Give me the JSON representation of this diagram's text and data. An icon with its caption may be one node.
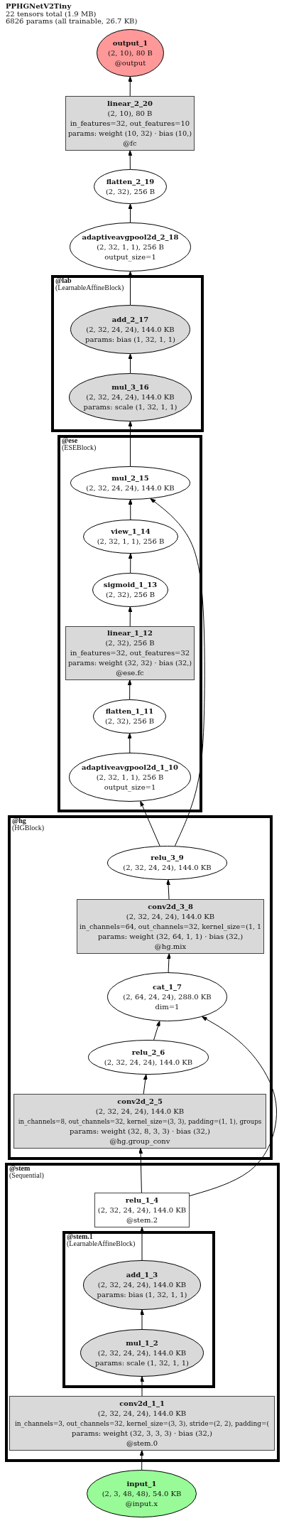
{
  "diagram": {
    "title": "PPHGNetV2Tiny",
    "nodes": [
      {
        "text": [
          "output_1",
          "(2, 10), 80 B",
          "@output"
        ]
      },
      {
        "text": [
          "linear_2_20",
          "(2, 10), 80 B",
          "in_features=32, out_features=10",
          "params: weight (10, 32) · bias (10,)",
          "@fc"
        ]
      },
      {
        "text": [
          "flatten_2_19",
          "(2, 32), 256 B"
        ]
      },
      {
        "text": [
          "adaptiveavgpool2d_2_18",
          "(2, 32, 1, 1), 256 B",
          "output_size=1"
        ]
      },
      {
        "text": [
          "@lab",
          "(LearnableAffineBlock)"
        ]
      },
      {
        "text": [
          "add_2_17",
          "(2, 32, 24, 24), 144.0 KB",
          "params: bias (1, 32, 1, 1)"
        ],
        "in": 4
      },
      {
        "text": [
          "mul_3_16",
          "(2, 32, 24, 24), 144.0 KB",
          "params: scale (1, 32, 1, 1)"
        ],
        "in": 4
      },
      {
        "text": [
          "@ese",
          "(ESEBlock)"
        ]
      },
      {
        "text": [
          "mul_2_15",
          "(2, 32, 24, 24), 144.0 KB"
        ],
        "in": 7
      },
      {
        "text": [
          "view_1_14",
          "(2, 32, 1, 1), 256 B"
        ],
        "in": 7
      },
      {
        "text": [
          "sigmoid_1_13",
          "(2, 32), 256 B"
        ],
        "in": 7
      },
      {
        "text": [
          "linear_1_12",
          "(2, 32), 256 B",
          "in_features=32, out_features=32",
          "params: weight (32, 32) · bias (32,)",
          "@ese.fc"
        ],
        "in": 7
      },
      {
        "text": [
          "flatten_1_11",
          "(2, 32), 256 B"
        ],
        "in": 7
      },
      {
        "text": [
          "adaptiveavgpool2d_1_10",
          "(2, 32, 1, 1), 256 B",
          "output_size=1"
        ],
        "in": 7
      },
      {
        "text": [
          "@hg",
          "(HGBlock)"
        ]
      },
      {
        "text": [
          "relu_3_9",
          "(2, 32, 24, 24), 144.0 KB"
        ],
        "in": 14
      },
      {
        "text": [
          "conv2d_3_8",
          "(2, 32, 24, 24), 144.0 KB",
          "in_channels=64, out_channels=32, kernel_size=(1, 1",
          "params: weight (32, 64, 1, 1) · bias (32,)",
          "@hg.mix"
        ],
        "in": 14
      },
      {
        "text": [
          "cat_1_7",
          "(2, 64, 24, 24), 288.0 KB",
          "dim=1"
        ],
        "in": 14
      },
      {
        "text": [
          "relu_2_6",
          "(2, 32, 24, 24), 144.0 KB"
        ],
        "in": 14
      },
      {
        "text": [
          "conv2d_2_5",
          "(2, 32, 24, 24), 144.0 KB",
          "in_channels=8, out_channels=32, kernel_size=(3, 3), padding=(1, 1), groups",
          "params: weight (32, 8, 3, 3) · bias (32,)",
          "@hg.group_conv"
        ],
        "in": 14
      },
      {
        "text": [
          "@stem",
          "(Sequential)"
        ]
      },
      {
        "text": [
          "relu_1_4",
          "(2, 32, 24, 24), 144.0 KB",
          "@stem.2"
        ],
        "in": 20
      },
      {
        "text": [
          "@stem.1",
          "(LearnableAffineBlock)"
        ],
        "in": 20
      },
      {
        "text": [
          "add_1_3",
          "(2, 32, 24, 24), 144.0 KB",
          "params: bias (1, 32, 1, 1)"
        ],
        "in": 22
      },
      {
        "text": [
          "mul_1_2",
          "(2, 32, 24, 24), 144.0 KB",
          "params: scale (1, 32, 1, 1)"
        ],
        "in": 22
      },
      {
        "text": [
          "conv2d_1_1",
          "(2, 32, 24, 24), 144.0 KB",
          "in_channels=3, out_channels=32, kernel_size=(3, 3), stride=(2, 2), padding=(",
          "params: weight (32, 3, 3, 3) · bias (32,)",
          "@stem.0"
        ],
        "in": 20
      },
      {
        "text": [
          "input_1",
          "(2, 3, 48, 48), 54.0 KB",
          "@input.x"
        ]
      }
    ],
    "edges": [
      {
        "from": 1,
        "to": 0,
        "arrow": "to"
      },
      {
        "from": 2,
        "to": 1,
        "arrow": "to"
      },
      {
        "from": 3,
        "to": 2,
        "arrow": "to"
      },
      {
        "from": 5,
        "to": 3,
        "arrow": "to"
      },
      {
        "from": 6,
        "to": 5,
        "arrow": "to"
      },
      {
        "from": 8,
        "to": 6,
        "arrow": "to"
      },
      {
        "from": 9,
        "to": 8,
        "arrow": "to"
      },
      {
        "from": 15,
        "to": 8,
        "arrow": "to"
      },
      {
        "from": 10,
        "to": 9,
        "arrow": "to"
      },
      {
        "from": 11,
        "to": 10,
        "arrow": "to"
      },
      {
        "from": 12,
        "to": 11,
        "arrow": "to"
      },
      {
        "from": 13,
        "to": 12,
        "arrow": "to"
      },
      {
        "from": 15,
        "to": 13,
        "arrow": "to"
      },
      {
        "from": 16,
        "to": 15,
        "arrow": "to"
      },
      {
        "from": 17,
        "to": 16,
        "arrow": "to"
      },
      {
        "from": 18,
        "to": 17,
        "arrow": "to"
      },
      {
        "from": 21,
        "to": 17,
        "arrow": "to"
      },
      {
        "from": 19,
        "to": 18,
        "arrow": "to"
      },
      {
        "from": 21,
        "to": 19,
        "arrow": "to"
      },
      {
        "from": 23,
        "to": 21,
        "arrow": "to"
      },
      {
        "from": 24,
        "to": 23,
        "arrow": "to"
      },
      {
        "from": 25,
        "to": 24,
        "arrow": "to"
      },
      {
        "from": 26,
        "to": 25,
        "arrow": "to"
      }
    ],
    "labels": [
      "22 tensors total (1.9 MB)",
      "6826 params (all trainable, 26.7 KB)"
    ]
  }
}
